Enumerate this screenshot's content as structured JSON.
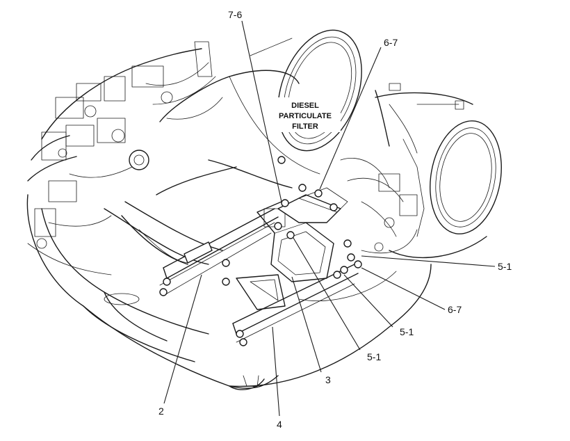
{
  "drawing": {
    "filter_label_lines": [
      "DIESEL",
      "PARTICULATE",
      "FILTER"
    ]
  },
  "callouts": [
    {
      "id": "c-7-6",
      "label": "7-6"
    },
    {
      "id": "c-6-7-top",
      "label": "6-7"
    },
    {
      "id": "c-5-1-right",
      "label": "5-1"
    },
    {
      "id": "c-6-7-right",
      "label": "6-7"
    },
    {
      "id": "c-5-1-mid",
      "label": "5-1"
    },
    {
      "id": "c-5-1-low",
      "label": "5-1"
    },
    {
      "id": "c-3",
      "label": "3"
    },
    {
      "id": "c-2",
      "label": "2"
    },
    {
      "id": "c-4",
      "label": "4"
    }
  ]
}
